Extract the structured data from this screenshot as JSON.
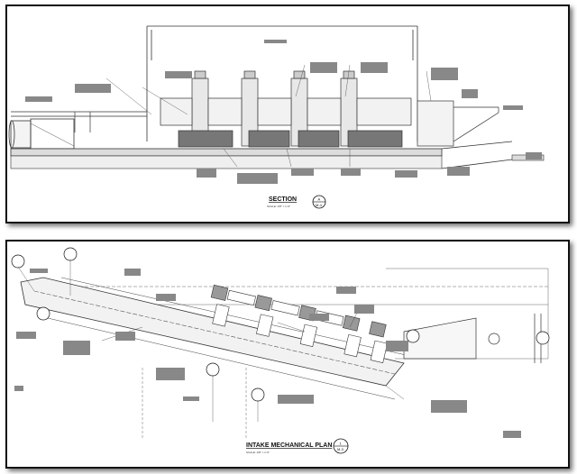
{
  "section_view": {
    "title": "SECTION",
    "scale": "SCALE: 1/8\" = 1'-0\"",
    "bubble_top": "A",
    "bubble_bottom": "M-4"
  },
  "plan_view": {
    "title": "INTAKE MECHANICAL PLAN",
    "scale": "SCALE: 1/8\" = 1'-0\"",
    "bubble_top": "1",
    "bubble_bottom": "M-3"
  }
}
